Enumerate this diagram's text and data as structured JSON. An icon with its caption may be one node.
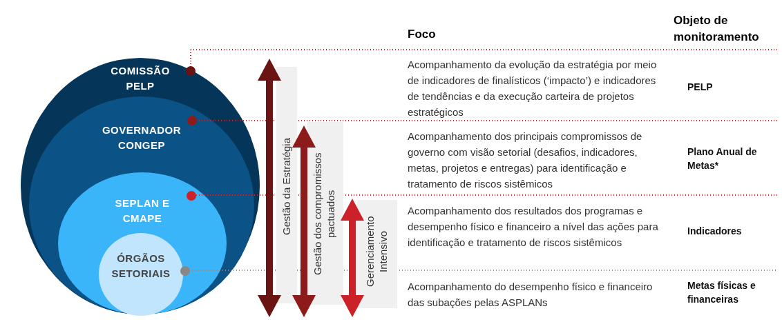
{
  "diagram": {
    "nodes": [
      {
        "text": [
          "COMISSÃO PELP"
        ]
      },
      {
        "text": [
          "GOVERNADOR CONGEP"
        ],
        "in": 0
      },
      {
        "text": [
          "SEPLAN E CMAPE"
        ],
        "in": 1
      },
      {
        "text": [
          "ÓRGÃOS SETORIAIS"
        ],
        "in": 2
      }
    ],
    "edges": [],
    "labels": [
      "Foco",
      "Objeto de monitoramento",
      "Gestão da Estratégia",
      "Gestão dos compromissos pactuados",
      "Gerenciamento Intensivo",
      "Acompanhamento da evolução da estratégia por meio de indicadores de finalísticos (‘impacto’) e indicadores de tendências e da execução carteira de projetos estratégicos",
      "PELP",
      "Acompanhamento dos principais compromissos de governo com visão setorial (desafios, indicadores, metas, projetos e entregas) para identificação e tratamento de riscos sistêmicos",
      "Plano Anual de Metas*",
      "Acompanhamento dos resultados dos programas e desempenho físico e financeiro a nível das ações para identificação e tratamento de riscos sistêmicos",
      "Indicadores",
      "Acompanhamento do desempenho físico e financeiro das subações pelas ASPLANs",
      "Metas físicas e financeiras"
    ]
  }
}
